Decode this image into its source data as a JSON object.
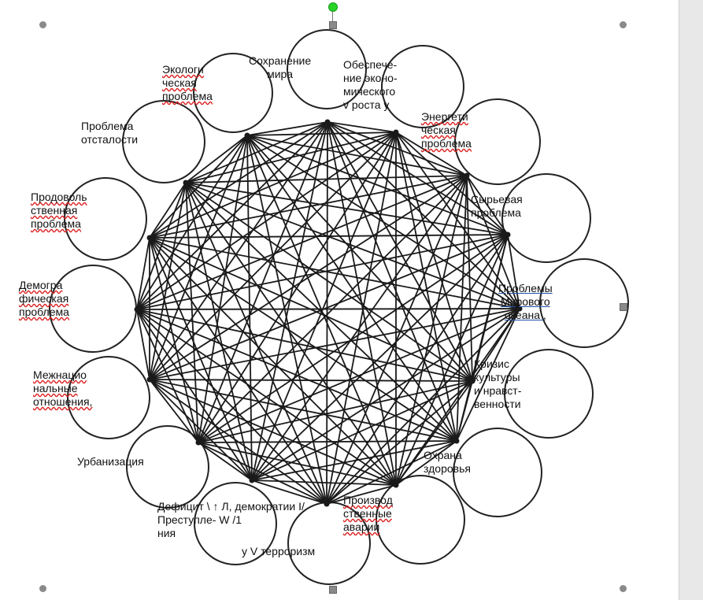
{
  "labels": {
    "peace": "Сохранение\nмира",
    "economy": "Обеспече-\nние   эконо-\nмического\nv роста у",
    "ecology": "Экологи\nческая\nпроблема",
    "energy": "Энергети\nческая\nпроблема",
    "backward": "Проблема\nотсталости",
    "raw": "Сырьевая\nпроблема",
    "food": "Продоволь\nственная\nпроблема",
    "ocean": "Проблемы\nМирового\nокеана ,",
    "demography": "Демогра\nфическая\nпроблема",
    "culture": "Кризис\nкультуры\nи нравст-\nвенности",
    "ethnic": "Межнацио\nнальные\nотношения,",
    "health": "Охрана\nздоровья",
    "urban": "Урбанизация",
    "deficit": "Дефицит \\ ↑ Л, демократии I/\nПреступле- W                /1\nния",
    "industrial": "Производ\nственные\nаварии",
    "terrorism": "y V терроризм"
  },
  "colors": {
    "line": "#1a1a1a",
    "circle": "#222222",
    "squiggle": "#d22222",
    "link": "#1f4fa8",
    "handle": "#8a8a8a",
    "rotate_handle": "#27d427"
  },
  "icons": {
    "rotate": "rotate-handle-icon",
    "resize": "resize-handle-icon"
  }
}
